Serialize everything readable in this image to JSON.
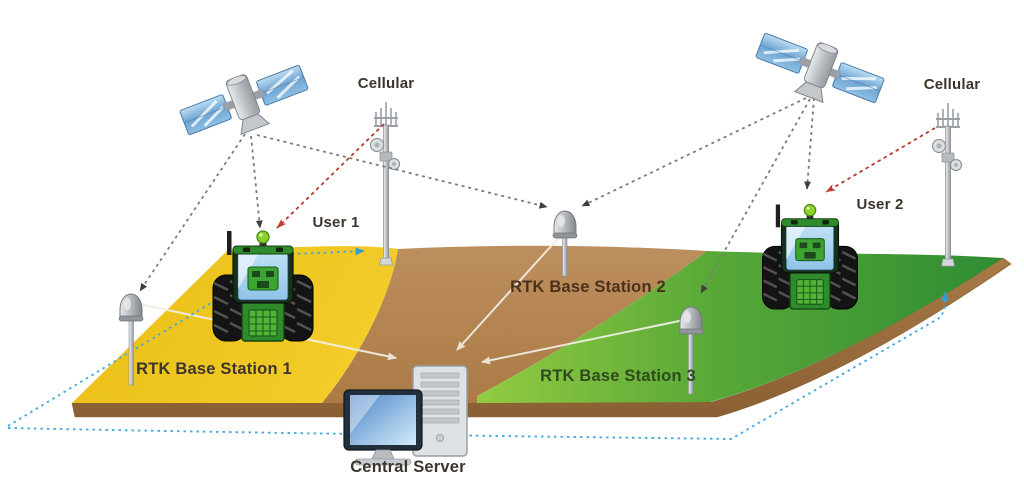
{
  "labels": {
    "cellular_left": "Cellular",
    "cellular_right": "Cellular",
    "user1": "User 1",
    "user2": "User 2",
    "rtk_base_1": "RTK Base Station 1",
    "rtk_base_2": "RTK Base Station 2",
    "rtk_base_3": "RTK Base Station 3",
    "central_server": "Central Server"
  },
  "colors": {
    "field_yellow": "#eec41e",
    "field_band_brown": "#b38352",
    "field_green_light": "#93cb42",
    "field_green_dark": "#2f8c33",
    "soil_brown": "#a87a46",
    "soil_brown_dark": "#8a5f33",
    "gnss_link_gray": "#7c7c7c",
    "cellular_link_red": "#b8392b",
    "correction_link_blue": "#47aadb",
    "station_link_white": "#f0ede3",
    "label_text": "#3b352c",
    "label_rtk2": "#4a311c",
    "label_rtk3": "#2f4a1e"
  },
  "nodes": [
    {
      "id": "satellite-left",
      "icon": "satellite-icon"
    },
    {
      "id": "satellite-right",
      "icon": "satellite-icon"
    },
    {
      "id": "cellular-tower-left",
      "icon": "cellular-tower-icon",
      "label_key": "cellular_left"
    },
    {
      "id": "cellular-tower-right",
      "icon": "cellular-tower-icon",
      "label_key": "cellular_right"
    },
    {
      "id": "user-1-tractor",
      "icon": "tractor-icon",
      "label_key": "user1"
    },
    {
      "id": "user-2-tractor",
      "icon": "tractor-icon",
      "label_key": "user2"
    },
    {
      "id": "rtk-base-station-1",
      "icon": "gnss-antenna-icon",
      "label_key": "rtk_base_1"
    },
    {
      "id": "rtk-base-station-2",
      "icon": "gnss-antenna-icon",
      "label_key": "rtk_base_2"
    },
    {
      "id": "rtk-base-station-3",
      "icon": "gnss-antenna-icon",
      "label_key": "rtk_base_3"
    },
    {
      "id": "central-server",
      "icon": "server-icon",
      "label_key": "central_server"
    }
  ],
  "links": [
    {
      "from": "satellite-left",
      "to": "user-1-tractor",
      "type": "gnss-signal"
    },
    {
      "from": "satellite-left",
      "to": "rtk-base-station-1",
      "type": "gnss-signal"
    },
    {
      "from": "satellite-left",
      "to": "rtk-base-station-2",
      "type": "gnss-signal"
    },
    {
      "from": "satellite-right",
      "to": "rtk-base-station-2",
      "type": "gnss-signal"
    },
    {
      "from": "satellite-right",
      "to": "rtk-base-station-3",
      "type": "gnss-signal"
    },
    {
      "from": "satellite-right",
      "to": "user-2-tractor",
      "type": "gnss-signal"
    },
    {
      "from": "cellular-tower-left",
      "to": "user-1-tractor",
      "type": "cellular-correction"
    },
    {
      "from": "cellular-tower-right",
      "to": "user-2-tractor",
      "type": "cellular-correction"
    },
    {
      "from": "rtk-base-station-1",
      "to": "central-server",
      "type": "base-data"
    },
    {
      "from": "rtk-base-station-2",
      "to": "central-server",
      "type": "base-data"
    },
    {
      "from": "rtk-base-station-3",
      "to": "central-server",
      "type": "base-data"
    },
    {
      "from": "central-server",
      "to": "cellular-tower-left",
      "type": "server-broadcast"
    },
    {
      "from": "central-server",
      "to": "cellular-tower-right",
      "type": "server-broadcast"
    }
  ]
}
